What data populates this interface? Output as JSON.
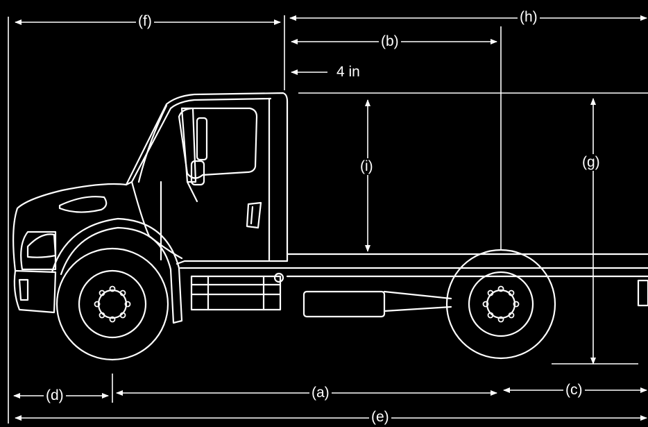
{
  "dimension_labels": {
    "f": "(f)",
    "h": "(h)",
    "b": "(b)",
    "offset": "4 in",
    "i": "(i)",
    "g": "(g)",
    "d": "(d)",
    "a": "(a)",
    "c": "(c)",
    "e": "(e)"
  },
  "colors": {
    "background": "#000000",
    "line": "#ffffff"
  }
}
